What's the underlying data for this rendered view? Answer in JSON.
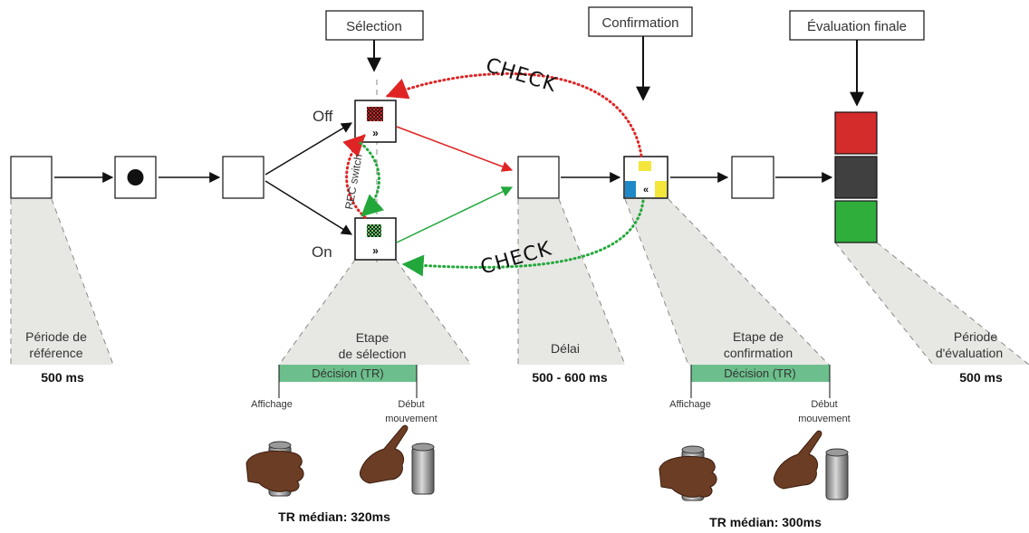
{
  "stages": {
    "selection": "Sélection",
    "confirmation": "Confirmation",
    "final_evaluation": "Évaluation finale"
  },
  "switch": {
    "off": "Off",
    "on": "On",
    "rec": "REC switch"
  },
  "check": {
    "top": "CHECK",
    "bottom": "CHECK"
  },
  "periods": {
    "reference": {
      "line1": "Période de",
      "line2": "référence",
      "duration": "500 ms"
    },
    "selection": {
      "line1": "Etape",
      "line2": "de sélection",
      "bar": "Décision (TR)",
      "start": "Affichage",
      "end1": "Début",
      "end2": "mouvement",
      "median": "TR médian: 320ms"
    },
    "delay": {
      "line1": "Délai",
      "duration": "500 - 600 ms"
    },
    "confirmation": {
      "line1": "Etape de",
      "line2": "confirmation",
      "bar": "Décision (TR)",
      "start": "Affichage",
      "end1": "Début",
      "end2": "mouvement",
      "median": "TR médian: 300ms"
    },
    "evaluation": {
      "line1": "Période",
      "line2": "d'évaluation",
      "duration": "500 ms"
    }
  },
  "box_glyphs": {
    "forward": "»",
    "backward": "«"
  },
  "colors": {
    "red": "#e02424",
    "green": "#22a83a",
    "bar": "#6cbf8c",
    "cone": "#e7e7e4",
    "skin": "#6b3d24",
    "yellow": "#f5e63c",
    "blue": "#1e88c8"
  }
}
